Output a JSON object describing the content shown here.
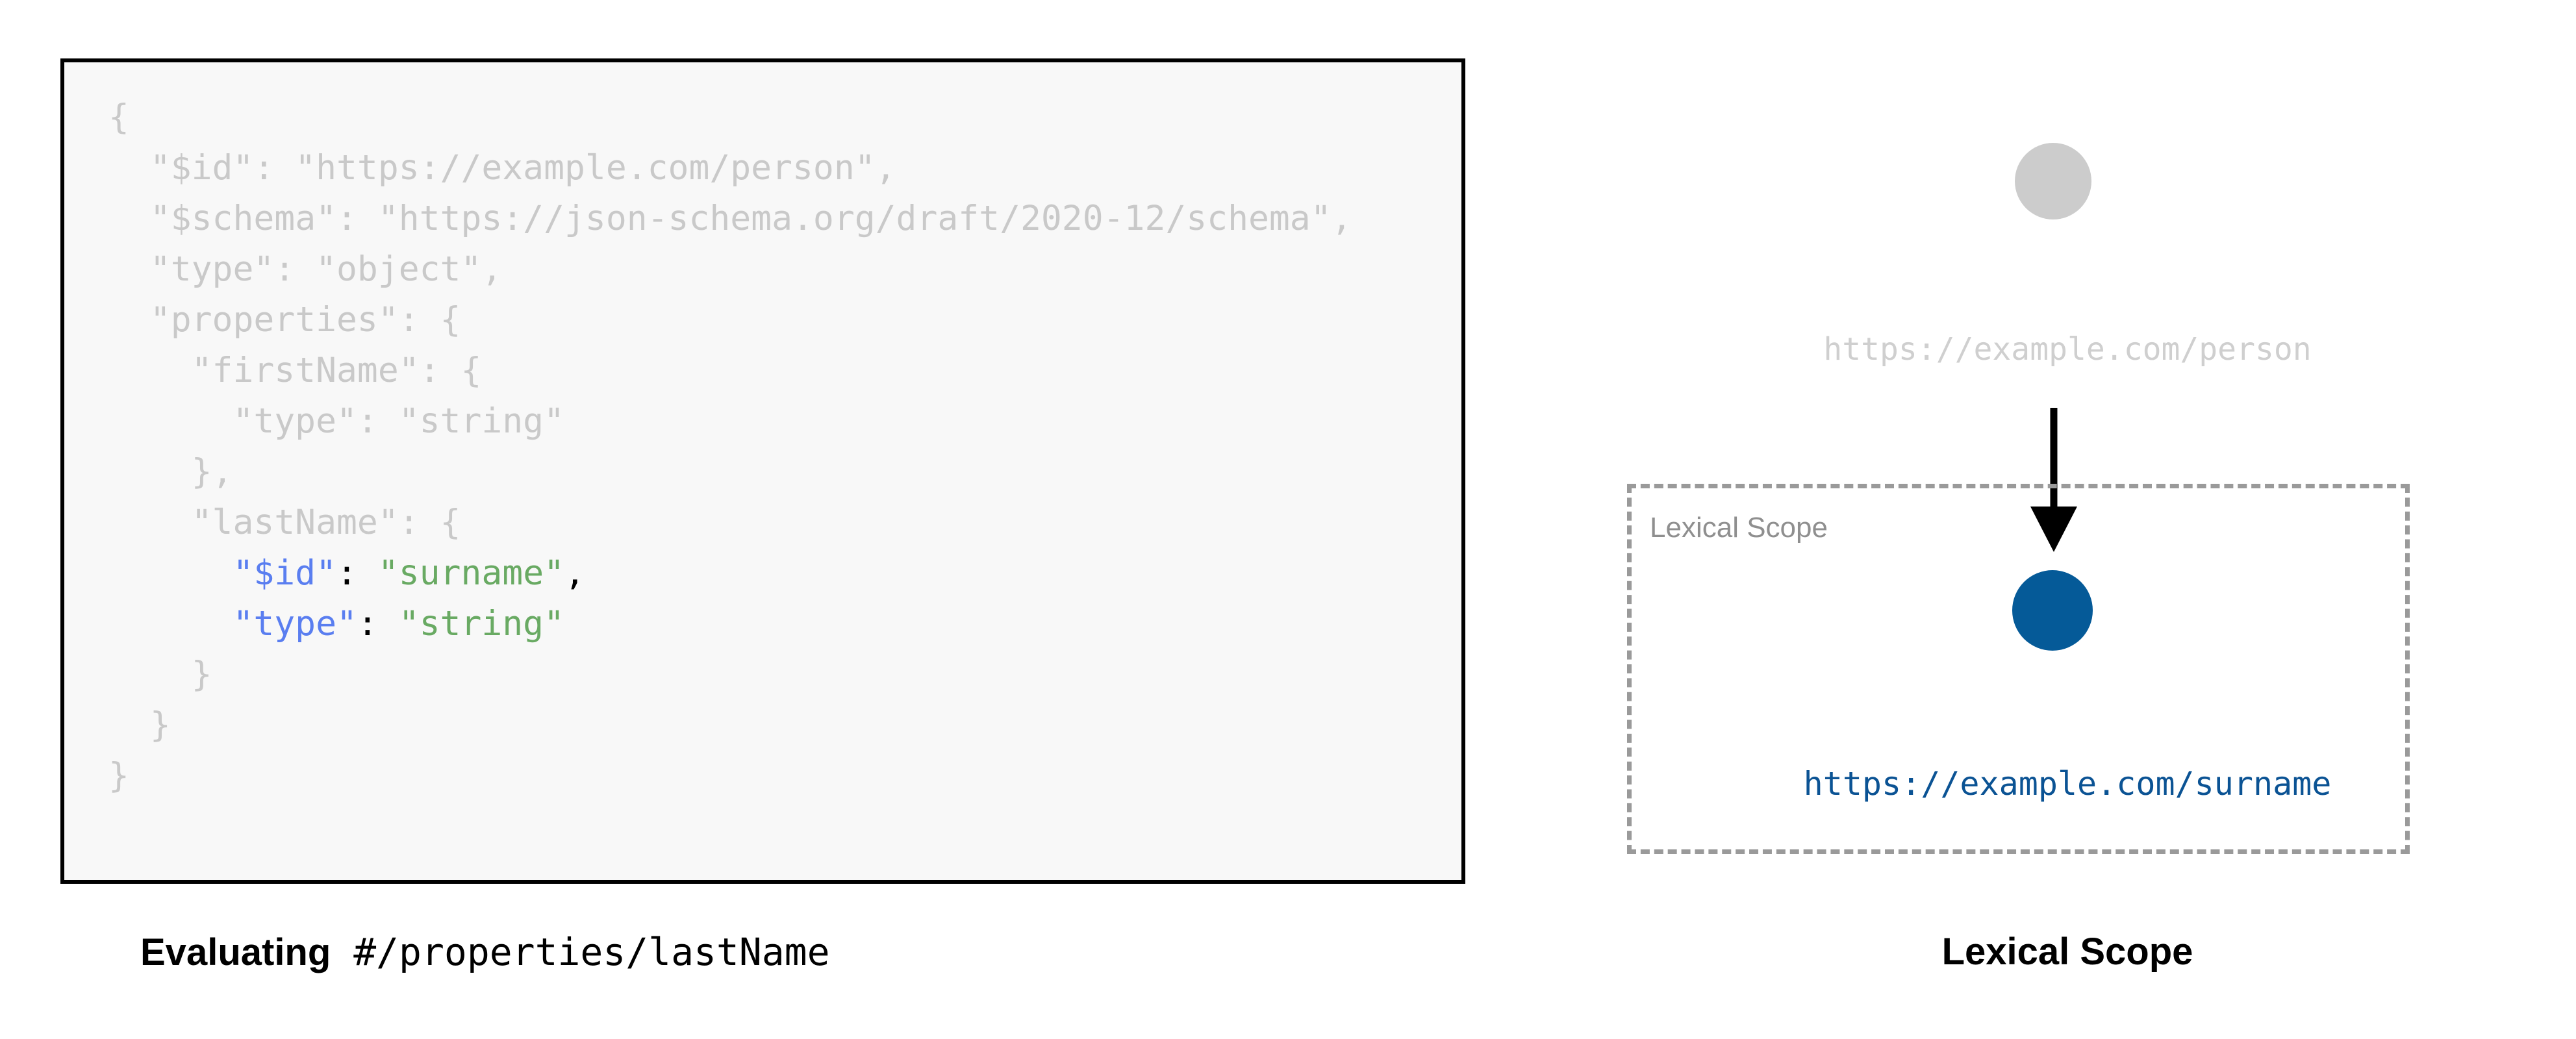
{
  "colors": {
    "code_background": "#f8f8f8",
    "code_border": "#000000",
    "dim_text": "#c9c9c9",
    "json_key_highlight": "#5a7ef0",
    "json_value_highlight": "#69aa63",
    "punctuation_highlight": "#000000",
    "outer_node_fill": "#cccccc",
    "inner_node_fill": "#055a98",
    "scope_border": "#9a9a9a",
    "scope_label": "#8f8f8f",
    "inner_node_label": "#0b5394",
    "arrow": "#000000"
  },
  "left_panel": {
    "code_block": {
      "language": "json",
      "lines": [
        {
          "indent": "",
          "segments": [
            {
              "text": "{",
              "style": "dim"
            }
          ]
        },
        {
          "indent": "  ",
          "segments": [
            {
              "text": "\"$id\": \"https://example.com/person\",",
              "style": "dim"
            }
          ]
        },
        {
          "indent": "  ",
          "segments": [
            {
              "text": "\"$schema\": \"https://json-schema.org/draft/2020-12/schema\",",
              "style": "dim"
            }
          ]
        },
        {
          "indent": "  ",
          "segments": [
            {
              "text": "\"type\": \"object\",",
              "style": "dim"
            }
          ]
        },
        {
          "indent": "  ",
          "segments": [
            {
              "text": "\"properties\": {",
              "style": "dim"
            }
          ]
        },
        {
          "indent": "    ",
          "segments": [
            {
              "text": "\"firstName\": {",
              "style": "dim"
            }
          ]
        },
        {
          "indent": "      ",
          "segments": [
            {
              "text": "\"type\": \"string\"",
              "style": "dim"
            }
          ]
        },
        {
          "indent": "    ",
          "segments": [
            {
              "text": "},",
              "style": "dim"
            }
          ]
        },
        {
          "indent": "    ",
          "segments": [
            {
              "text": "\"lastName\": {",
              "style": "dim"
            }
          ]
        },
        {
          "indent": "      ",
          "segments": [
            {
              "text": "\"$id\"",
              "style": "key"
            },
            {
              "text": ": ",
              "style": "punct"
            },
            {
              "text": "\"surname\"",
              "style": "value"
            },
            {
              "text": ",",
              "style": "punct"
            }
          ]
        },
        {
          "indent": "      ",
          "segments": [
            {
              "text": "\"type\"",
              "style": "key"
            },
            {
              "text": ": ",
              "style": "punct"
            },
            {
              "text": "\"string\"",
              "style": "value"
            }
          ]
        },
        {
          "indent": "    ",
          "segments": [
            {
              "text": "}",
              "style": "dim"
            }
          ]
        },
        {
          "indent": "  ",
          "segments": [
            {
              "text": "}",
              "style": "dim"
            }
          ]
        },
        {
          "indent": "",
          "segments": [
            {
              "text": "}",
              "style": "dim"
            }
          ]
        }
      ]
    },
    "caption": {
      "label": "Evaluating",
      "pointer": "#/properties/lastName"
    }
  },
  "right_panel": {
    "outer_node": {
      "icon": "filled-circle-icon",
      "label": "https://example.com/person"
    },
    "arrow": {
      "icon": "down-arrow-icon",
      "direction": "down"
    },
    "scope_box": {
      "label": "Lexical Scope",
      "border_style": "dashed"
    },
    "inner_node": {
      "icon": "filled-circle-icon",
      "label": "https://example.com/surname"
    },
    "caption": "Lexical Scope"
  }
}
